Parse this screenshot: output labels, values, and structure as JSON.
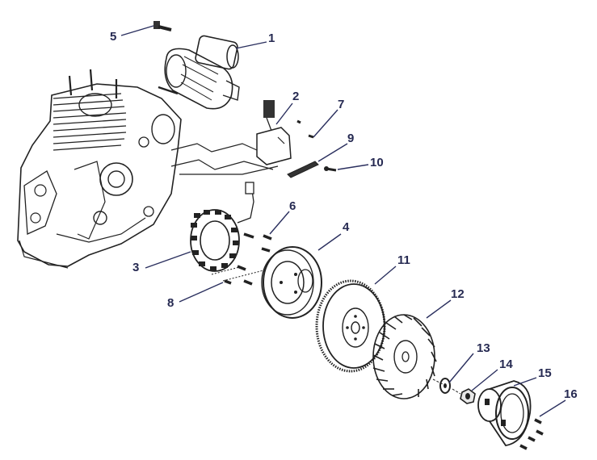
{
  "diagram": {
    "callouts": [
      {
        "id": "1",
        "label": "1"
      },
      {
        "id": "2",
        "label": "2"
      },
      {
        "id": "3",
        "label": "3"
      },
      {
        "id": "4",
        "label": "4"
      },
      {
        "id": "5",
        "label": "5"
      },
      {
        "id": "6",
        "label": "6"
      },
      {
        "id": "7",
        "label": "7"
      },
      {
        "id": "8",
        "label": "8"
      },
      {
        "id": "9",
        "label": "9"
      },
      {
        "id": "10",
        "label": "10"
      },
      {
        "id": "11",
        "label": "11"
      },
      {
        "id": "12",
        "label": "12"
      },
      {
        "id": "13",
        "label": "13"
      },
      {
        "id": "14",
        "label": "14"
      },
      {
        "id": "15",
        "label": "15"
      },
      {
        "id": "16",
        "label": "16"
      }
    ],
    "colors": {
      "callout_text": "#262a52",
      "leader": "#2a2f5e",
      "line_art": "#222222"
    }
  }
}
